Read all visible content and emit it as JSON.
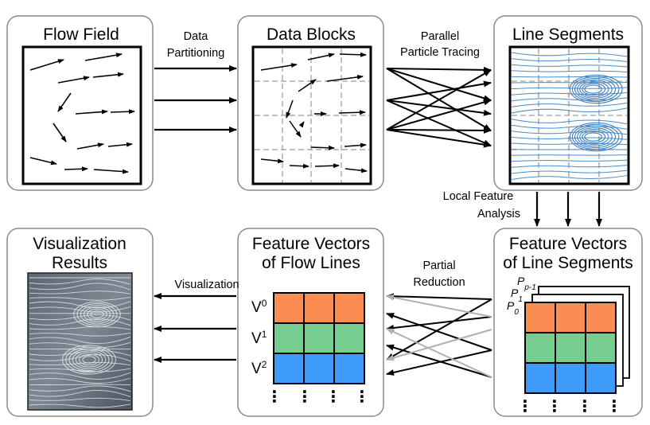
{
  "panels": {
    "flow_field": {
      "title": "Flow Field"
    },
    "data_blocks": {
      "title": "Data Blocks"
    },
    "line_segments": {
      "title": "Line Segments"
    },
    "visualization_results": {
      "title_line1": "Visualization",
      "title_line2": "Results"
    },
    "feature_vectors_flow_lines": {
      "title_line1": "Feature Vectors",
      "title_line2": "of Flow Lines"
    },
    "feature_vectors_line_segments": {
      "title_line1": "Feature Vectors",
      "title_line2": "of Line Segments"
    }
  },
  "edges": {
    "data_partitioning": {
      "line1": "Data",
      "line2": "Partitioning"
    },
    "parallel_particle_tracing": {
      "line1": "Parallel",
      "line2": "Particle Tracing"
    },
    "local_feature_analysis": {
      "line1": "Local Feature",
      "line2": "Analysis"
    },
    "partial_reduction": {
      "line1": "Partial",
      "line2": "Reduction"
    },
    "visualization": {
      "label": "Visualization"
    }
  },
  "vectors": {
    "v0": {
      "base": "V",
      "sup": "0"
    },
    "v1": {
      "base": "V",
      "sup": "1"
    },
    "v2": {
      "base": "V",
      "sup": "2"
    }
  },
  "processors": {
    "p0": {
      "base": "P",
      "sub": "0"
    },
    "p1": {
      "base": "P",
      "sub": "1"
    },
    "pp1": {
      "base": "P",
      "sub": "p-1"
    }
  },
  "ellipsis": "⋮",
  "colors": {
    "row0": "#FC8D52",
    "row1": "#77CC8F",
    "row2": "#3E9BFA",
    "streamline": "#4A8BC8",
    "panel_border": "#8a8a8a",
    "gray_arrow": "#b0b0b0"
  }
}
